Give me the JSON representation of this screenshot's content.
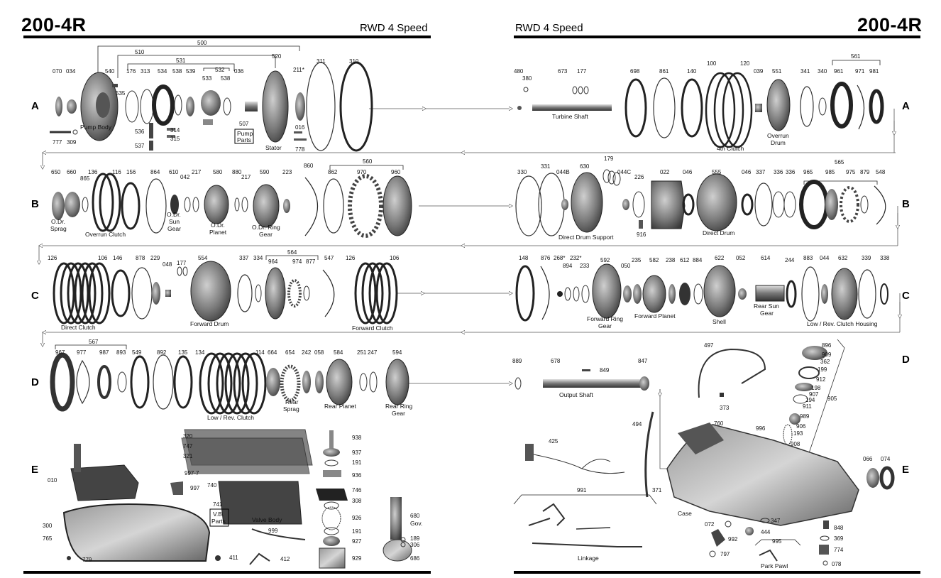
{
  "header": {
    "left_title": "200-4R",
    "right_title": "200-4R",
    "left_subtitle": "RWD 4 Speed",
    "right_subtitle": "RWD 4 Speed"
  },
  "rows": {
    "left": [
      "A",
      "B",
      "C",
      "D",
      "E"
    ],
    "right": [
      "A",
      "B",
      "C",
      "D",
      "E"
    ]
  },
  "labels": {
    "pump_body": "Pump Body",
    "pump_parts_1": "Pump",
    "pump_parts_2": "Parts",
    "stator": "Stator",
    "turbine_shaft": "Turbine Shaft",
    "fourth_clutch": "4th Clutch",
    "overrun_drum_1": "Overrun",
    "overrun_drum_2": "Drum",
    "odr_sprag_1": "O.Dr.",
    "odr_sprag_2": "Sprag",
    "overrun_clutch": "Overrun Clutch",
    "odr_sun_1": "O.Dr.",
    "odr_sun_2": "Sun",
    "odr_sun_3": "Gear",
    "odr_planet_1": "O.Dr.",
    "odr_planet_2": "Planet",
    "odr_ring_1": "O.Dr. Ring",
    "odr_ring_2": "Gear",
    "direct_drum_support": "Direct Drum Support",
    "direct_drum": "Direct Drum",
    "direct_clutch": "Direct Clutch",
    "forward_drum": "Forward Drum",
    "forward_clutch": "Forward Clutch",
    "forward_ring_1": "Forward Ring",
    "forward_ring_2": "Gear",
    "forward_planet": "Forward Planet",
    "shell": "Shell",
    "rear_sun_1": "Rear Sun",
    "rear_sun_2": "Gear",
    "low_rev_housing": "Low / Rev. Clutch Housing",
    "low_rev_clutch": "Low / Rev. Clutch",
    "rear_sprag_1": "Rear",
    "rear_sprag_2": "Sprag",
    "rear_planet": "Rear Planet",
    "rear_ring_1": "Rear Ring",
    "rear_ring_2": "Gear",
    "output_shaft": "Output Shaft",
    "vb_parts_1": "V.B.",
    "vb_parts_2": "Parts",
    "valve_body": "Valve Body",
    "gov_1": "680",
    "gov_2": "Gov.",
    "linkage": "Linkage",
    "case": "Case",
    "park_pawl": "Park Pawl"
  },
  "part_numbers": {
    "row_a_left": [
      "070",
      "034",
      "777",
      "309",
      "540",
      "535",
      "176",
      "313",
      "534",
      "538",
      "539",
      "533",
      "532",
      "538",
      "036",
      "536",
      "314",
      "315",
      "537",
      "500",
      "510",
      "531",
      "520",
      "211*",
      "311",
      "310",
      "507",
      "016",
      "778"
    ],
    "row_a_right": [
      "480",
      "380",
      "673",
      "177",
      "698",
      "861",
      "140",
      "100",
      "120",
      "039",
      "551",
      "341",
      "340",
      "961",
      "971",
      "981",
      "561"
    ],
    "row_b_left": [
      "650",
      "660",
      "865",
      "136",
      "116",
      "156",
      "864",
      "610",
      "042",
      "217",
      "580",
      "880",
      "217",
      "590",
      "223",
      "860",
      "862",
      "970",
      "960",
      "560"
    ],
    "row_b_right": [
      "330",
      "331",
      "044B",
      "630",
      "179",
      "044C",
      "226",
      "916",
      "022",
      "046",
      "555",
      "046",
      "337",
      "336",
      "336",
      "965",
      "985",
      "975",
      "879",
      "548",
      "565"
    ],
    "row_c_left": [
      "126",
      "106",
      "146",
      "878",
      "229",
      "048",
      "177",
      "554",
      "337",
      "334",
      "964",
      "974",
      "877",
      "564",
      "547",
      "126",
      "106"
    ],
    "row_c_right": [
      "148",
      "876",
      "268*",
      "232*",
      "894",
      "233",
      "592",
      "050",
      "235",
      "582",
      "238",
      "612",
      "884",
      "622",
      "052",
      "614",
      "244",
      "883",
      "044",
      "632",
      "339",
      "338"
    ],
    "row_d_left": [
      "967",
      "977",
      "987",
      "893",
      "567",
      "549",
      "892",
      "135",
      "134",
      "114",
      "664",
      "654",
      "242",
      "058",
      "584",
      "251",
      "247",
      "594"
    ],
    "row_d_right": [
      "889",
      "678",
      "849",
      "847",
      "497",
      "373",
      "494",
      "760",
      "996",
      "896",
      "909",
      "362",
      "199",
      "912",
      "198",
      "907",
      "194",
      "911",
      "989",
      "906",
      "193",
      "908",
      "905"
    ],
    "row_e_left": [
      "010",
      "300",
      "765",
      "779",
      "320",
      "747",
      "321",
      "997-7",
      "997",
      "740",
      "741",
      "999",
      "411",
      "412",
      "938",
      "937",
      "191",
      "936",
      "746",
      "308",
      "926",
      "191",
      "927",
      "929",
      "189",
      "306",
      "686"
    ],
    "row_e_right": [
      "425",
      "371",
      "991",
      "066",
      "074",
      "072",
      "992",
      "797",
      "347",
      "444",
      "995",
      "848",
      "369",
      "774",
      "078"
    ]
  }
}
